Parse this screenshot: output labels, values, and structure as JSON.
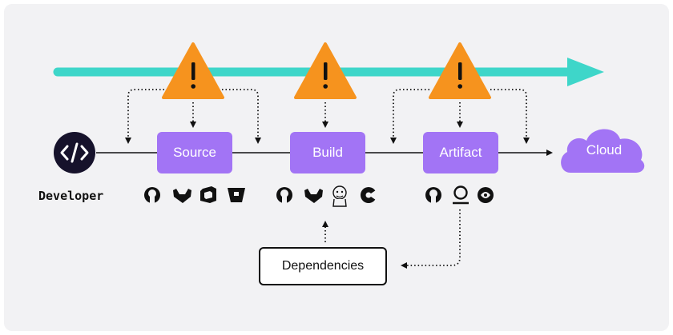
{
  "colors": {
    "panel_bg": "#f2f2f4",
    "flow_arrow": "#3ed6c9",
    "warning": "#f6931e",
    "stage": "#a274f5",
    "dark": "#16122b"
  },
  "developer": {
    "label": "Developer",
    "icon": "code-icon"
  },
  "stages": [
    {
      "id": "source",
      "label": "Source",
      "icons": [
        "github-icon",
        "gitlab-icon",
        "azure-devops-icon",
        "bitbucket-icon"
      ]
    },
    {
      "id": "build",
      "label": "Build",
      "icons": [
        "github-icon",
        "gitlab-icon",
        "jenkins-icon",
        "circleci-icon"
      ]
    },
    {
      "id": "artifact",
      "label": "Artifact",
      "icons": [
        "github-icon",
        "artifact-registry-icon",
        "jfrog-icon"
      ]
    }
  ],
  "cloud": {
    "label": "Cloud",
    "icon": "cloud-icon"
  },
  "dependencies": {
    "label": "Dependencies"
  },
  "warnings": [
    "warning-icon",
    "warning-icon",
    "warning-icon"
  ]
}
